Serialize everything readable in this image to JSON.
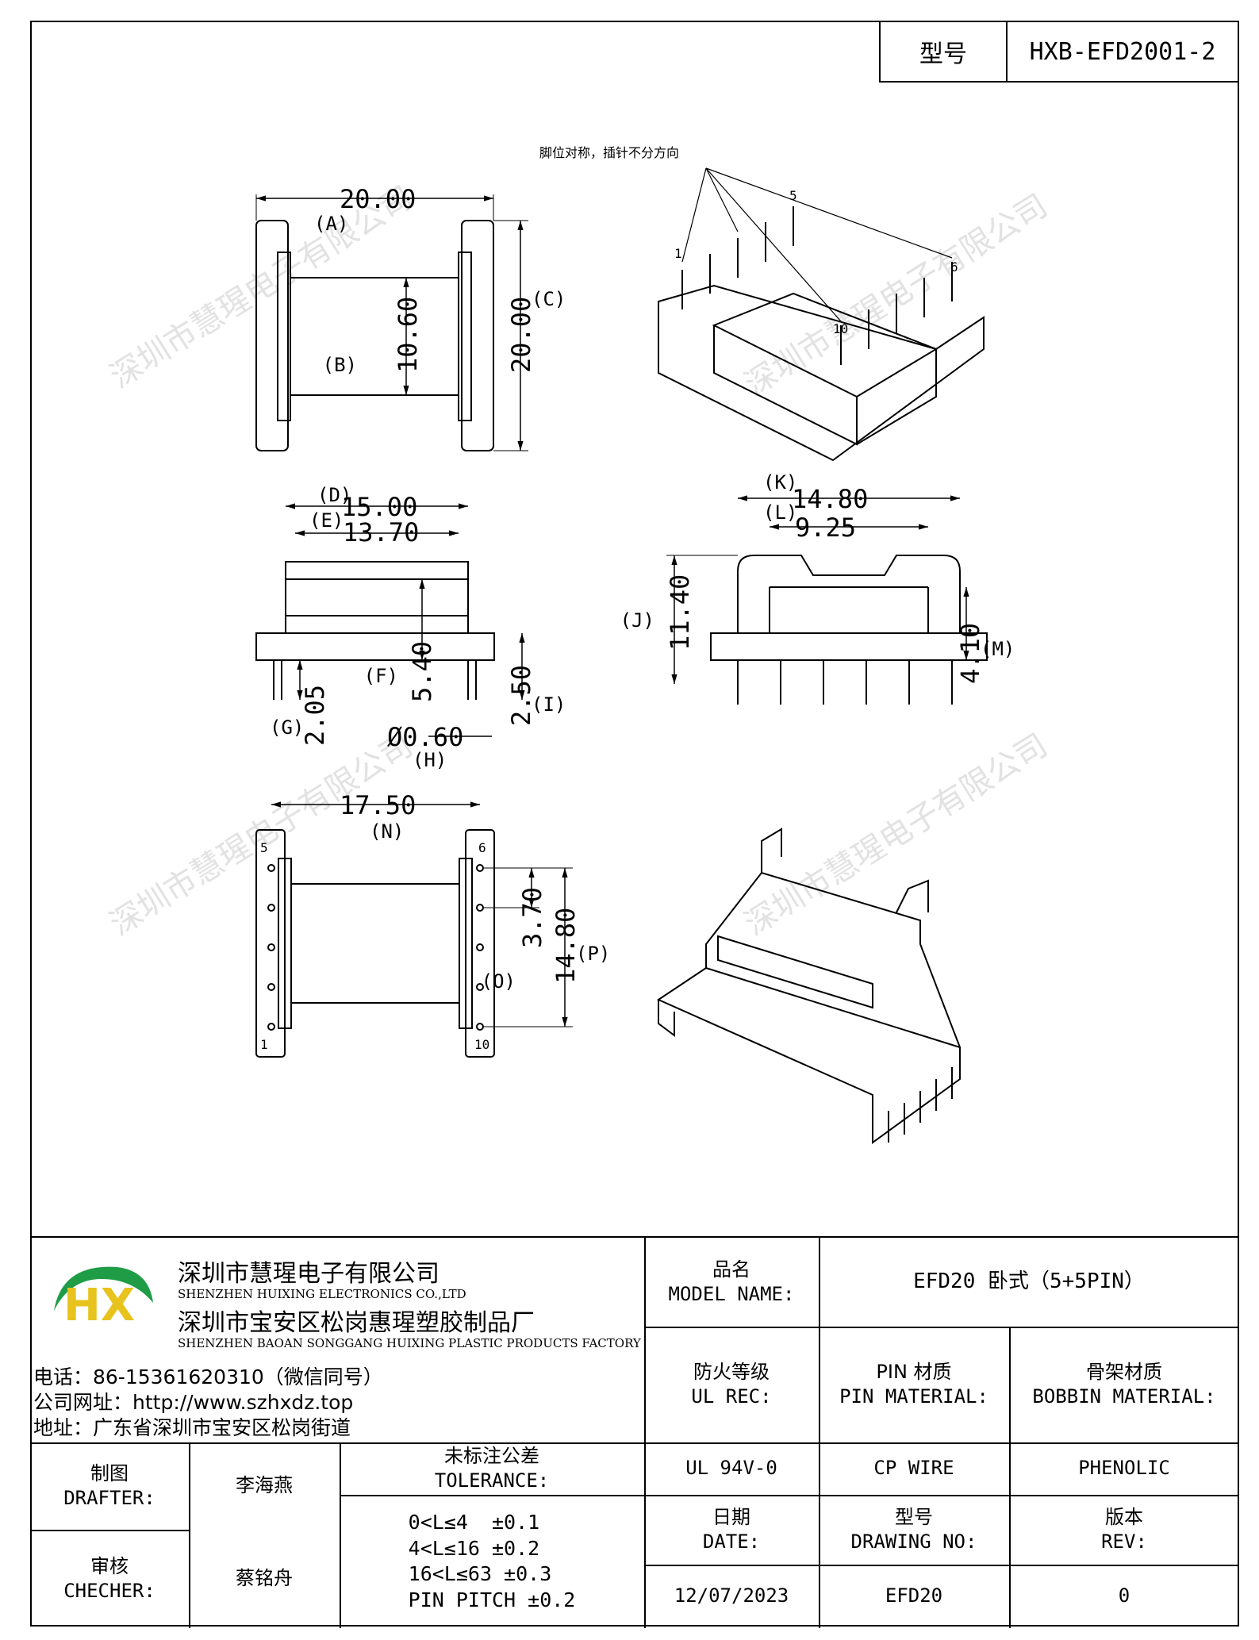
{
  "header": {
    "model_label": "型号",
    "model_value": "HXB-EFD2001-2"
  },
  "drawing": {
    "pin_note": "脚位对称，插针不分方向",
    "watermark": "深圳市慧瑆电子有限公司",
    "dims": {
      "a": "20.00",
      "a_tag": "(A)",
      "b": "10.60",
      "b_tag": "(B)",
      "c": "20.00",
      "c_tag": "(C)",
      "d": "15.00",
      "d_tag": "(D)",
      "e": "13.70",
      "e_tag": "(E)",
      "f": "5.40",
      "f_tag": "(F)",
      "g": "2.05",
      "g_tag": "(G)",
      "h": "Ø0.60",
      "h_tag": "(H)",
      "i": "2.50",
      "i_tag": "(I)",
      "j": "11.40",
      "j_tag": "(J)",
      "k": "14.80",
      "k_tag": "(K)",
      "l": "9.25",
      "l_tag": "(L)",
      "m": "4.10",
      "m_tag": "(M)",
      "n": "17.50",
      "n_tag": "(N)",
      "o": "3.70",
      "o_tag": "(O)",
      "p": "14.80",
      "p_tag": "(P)"
    },
    "pins": {
      "p1": "1",
      "p5": "5",
      "p6": "6",
      "p10": "10"
    }
  },
  "company": {
    "logo": "HX",
    "name_cn": "深圳市慧瑆电子有限公司",
    "name_en": "SHENZHEN HUIXING ELECTRONICS CO.,LTD",
    "factory_cn": "深圳市宝安区松岗惠瑆塑胶制品厂",
    "factory_en": "SHENZHEN BAOAN SONGGANG HUIXING PLASTIC PRODUCTS FACTORY",
    "phone": "电话：86-15361620310（微信同号）",
    "website": "公司网址：http://www.szhxdz.top",
    "address": "地址：广东省深圳市宝安区松岗街道"
  },
  "title_block": {
    "model_name_cn": "品名",
    "model_name_en": "MODEL NAME:",
    "model_name_value": "EFD20 卧式（5+5PIN）",
    "ul_rec_cn": "防火等级",
    "ul_rec_en": "UL REC:",
    "pin_mat_cn": "PIN 材质",
    "pin_mat_en": "PIN MATERIAL:",
    "bobbin_mat_cn": "骨架材质",
    "bobbin_mat_en": "BOBBIN MATERIAL:",
    "ul_value": "UL 94V-0",
    "pin_value": "CP WIRE",
    "bobbin_value": "PHENOLIC",
    "drafter_cn": "制图",
    "drafter_en": "DRAFTER:",
    "drafter_name": "李海燕",
    "checker_cn": "审核",
    "checker_en": "CHECHER:",
    "checker_name": "蔡铭舟",
    "tolerance_cn": "未标注公差",
    "tolerance_en": "TOLERANCE:",
    "tolerances": [
      "0<L≤4  ±0.1",
      "4<L≤16 ±0.2",
      "16<L≤63 ±0.3",
      "PIN PITCH ±0.2"
    ],
    "date_cn": "日期",
    "date_en": "DATE:",
    "date_value": "12/07/2023",
    "drawing_no_cn": "型号",
    "drawing_no_en": "DRAWING NO:",
    "drawing_no_value": "EFD20",
    "rev_cn": "版本",
    "rev_en": "REV:",
    "rev_value": "0"
  }
}
